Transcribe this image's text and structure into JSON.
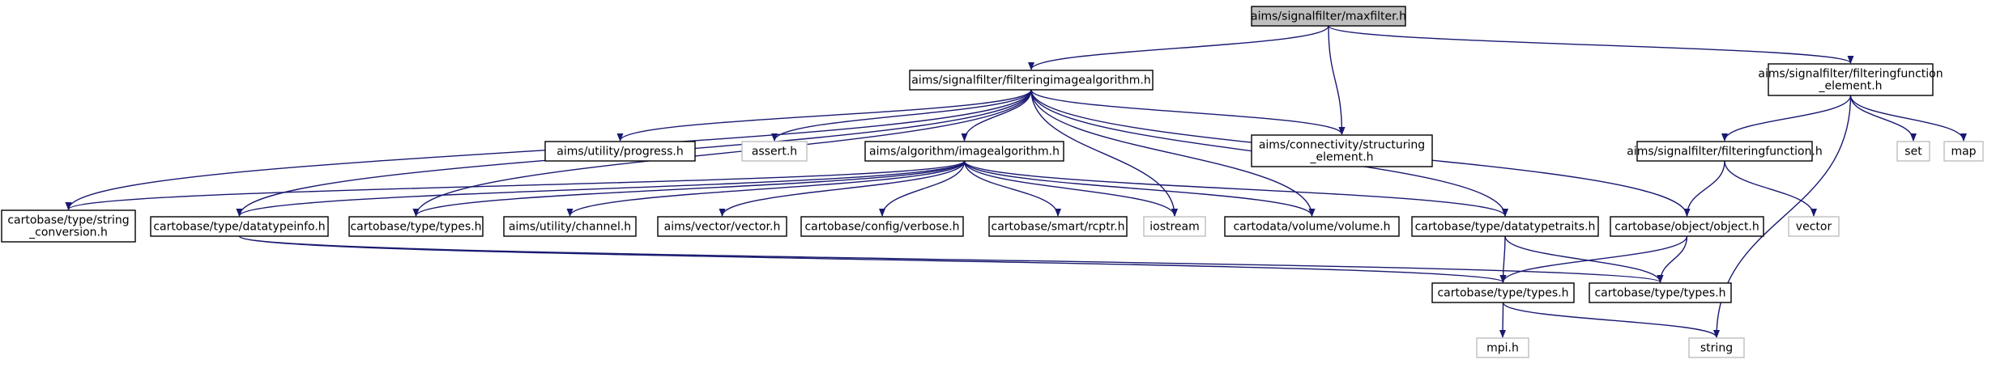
{
  "diagram": {
    "colors": {
      "edge": "#191970",
      "root_fill": "#bfbfbf",
      "node_border": "#000000",
      "external_border": "#bfbfbf"
    },
    "nodes": [
      {
        "id": "n0",
        "lines": [
          "aims/signalfilter/maxfilter.h"
        ],
        "kind": "root"
      },
      {
        "id": "n1",
        "lines": [
          "aims/signalfilter/filteringimagealgorithm.h"
        ],
        "kind": "internal"
      },
      {
        "id": "n2",
        "lines": [
          "aims/signalfilter/filteringfunction",
          "_element.h"
        ],
        "kind": "internal"
      },
      {
        "id": "n3",
        "lines": [
          "aims/utility/progress.h"
        ],
        "kind": "internal"
      },
      {
        "id": "n4",
        "lines": [
          "assert.h"
        ],
        "kind": "external"
      },
      {
        "id": "n5",
        "lines": [
          "aims/algorithm/imagealgorithm.h"
        ],
        "kind": "internal"
      },
      {
        "id": "n6",
        "lines": [
          "aims/connectivity/structuring",
          "_element.h"
        ],
        "kind": "internal"
      },
      {
        "id": "n7",
        "lines": [
          "aims/signalfilter/filteringfunction.h"
        ],
        "kind": "internal"
      },
      {
        "id": "n8",
        "lines": [
          "set"
        ],
        "kind": "external"
      },
      {
        "id": "n9",
        "lines": [
          "map"
        ],
        "kind": "external"
      },
      {
        "id": "n10",
        "lines": [
          "cartobase/type/string",
          "_conversion.h"
        ],
        "kind": "internal"
      },
      {
        "id": "n11",
        "lines": [
          "cartobase/type/datatypeinfo.h"
        ],
        "kind": "internal"
      },
      {
        "id": "n12",
        "lines": [
          "cartobase/type/types.h"
        ],
        "kind": "internal"
      },
      {
        "id": "n13",
        "lines": [
          "aims/utility/channel.h"
        ],
        "kind": "internal"
      },
      {
        "id": "n14",
        "lines": [
          "aims/vector/vector.h"
        ],
        "kind": "internal"
      },
      {
        "id": "n15",
        "lines": [
          "cartobase/config/verbose.h"
        ],
        "kind": "internal"
      },
      {
        "id": "n16",
        "lines": [
          "cartobase/smart/rcptr.h"
        ],
        "kind": "internal"
      },
      {
        "id": "n17",
        "lines": [
          "iostream"
        ],
        "kind": "external"
      },
      {
        "id": "n18",
        "lines": [
          "cartodata/volume/volume.h"
        ],
        "kind": "internal"
      },
      {
        "id": "n19",
        "lines": [
          "cartobase/type/datatypetraits.h"
        ],
        "kind": "internal"
      },
      {
        "id": "n20",
        "lines": [
          "cartobase/object/object.h"
        ],
        "kind": "internal"
      },
      {
        "id": "n21",
        "lines": [
          "vector"
        ],
        "kind": "external"
      },
      {
        "id": "n22",
        "lines": [
          "cartobase/type/types.h"
        ],
        "kind": "internal"
      },
      {
        "id": "n23",
        "lines": [
          "cartobase/type/types.h"
        ],
        "kind": "internal"
      },
      {
        "id": "n24",
        "lines": [
          "mpi.h"
        ],
        "kind": "external"
      },
      {
        "id": "n25",
        "lines": [
          "string"
        ],
        "kind": "external"
      }
    ],
    "edges": [
      [
        "n0",
        "n1"
      ],
      [
        "n0",
        "n6"
      ],
      [
        "n0",
        "n2"
      ],
      [
        "n1",
        "n10"
      ],
      [
        "n1",
        "n11"
      ],
      [
        "n1",
        "n3"
      ],
      [
        "n1",
        "n4"
      ],
      [
        "n1",
        "n5"
      ],
      [
        "n1",
        "n12"
      ],
      [
        "n1",
        "n17"
      ],
      [
        "n1",
        "n18"
      ],
      [
        "n1",
        "n6"
      ],
      [
        "n1",
        "n19"
      ],
      [
        "n1",
        "n20"
      ],
      [
        "n5",
        "n10"
      ],
      [
        "n5",
        "n11"
      ],
      [
        "n5",
        "n12"
      ],
      [
        "n5",
        "n13"
      ],
      [
        "n5",
        "n14"
      ],
      [
        "n5",
        "n15"
      ],
      [
        "n5",
        "n16"
      ],
      [
        "n5",
        "n17"
      ],
      [
        "n5",
        "n18"
      ],
      [
        "n5",
        "n19"
      ],
      [
        "n2",
        "n7"
      ],
      [
        "n2",
        "n8"
      ],
      [
        "n2",
        "n9"
      ],
      [
        "n2",
        "n25"
      ],
      [
        "n7",
        "n20"
      ],
      [
        "n7",
        "n21"
      ],
      [
        "n11",
        "n22"
      ],
      [
        "n11",
        "n23"
      ],
      [
        "n19",
        "n22"
      ],
      [
        "n19",
        "n23"
      ],
      [
        "n20",
        "n22"
      ],
      [
        "n20",
        "n23"
      ],
      [
        "n22",
        "n24"
      ],
      [
        "n22",
        "n25"
      ]
    ]
  }
}
